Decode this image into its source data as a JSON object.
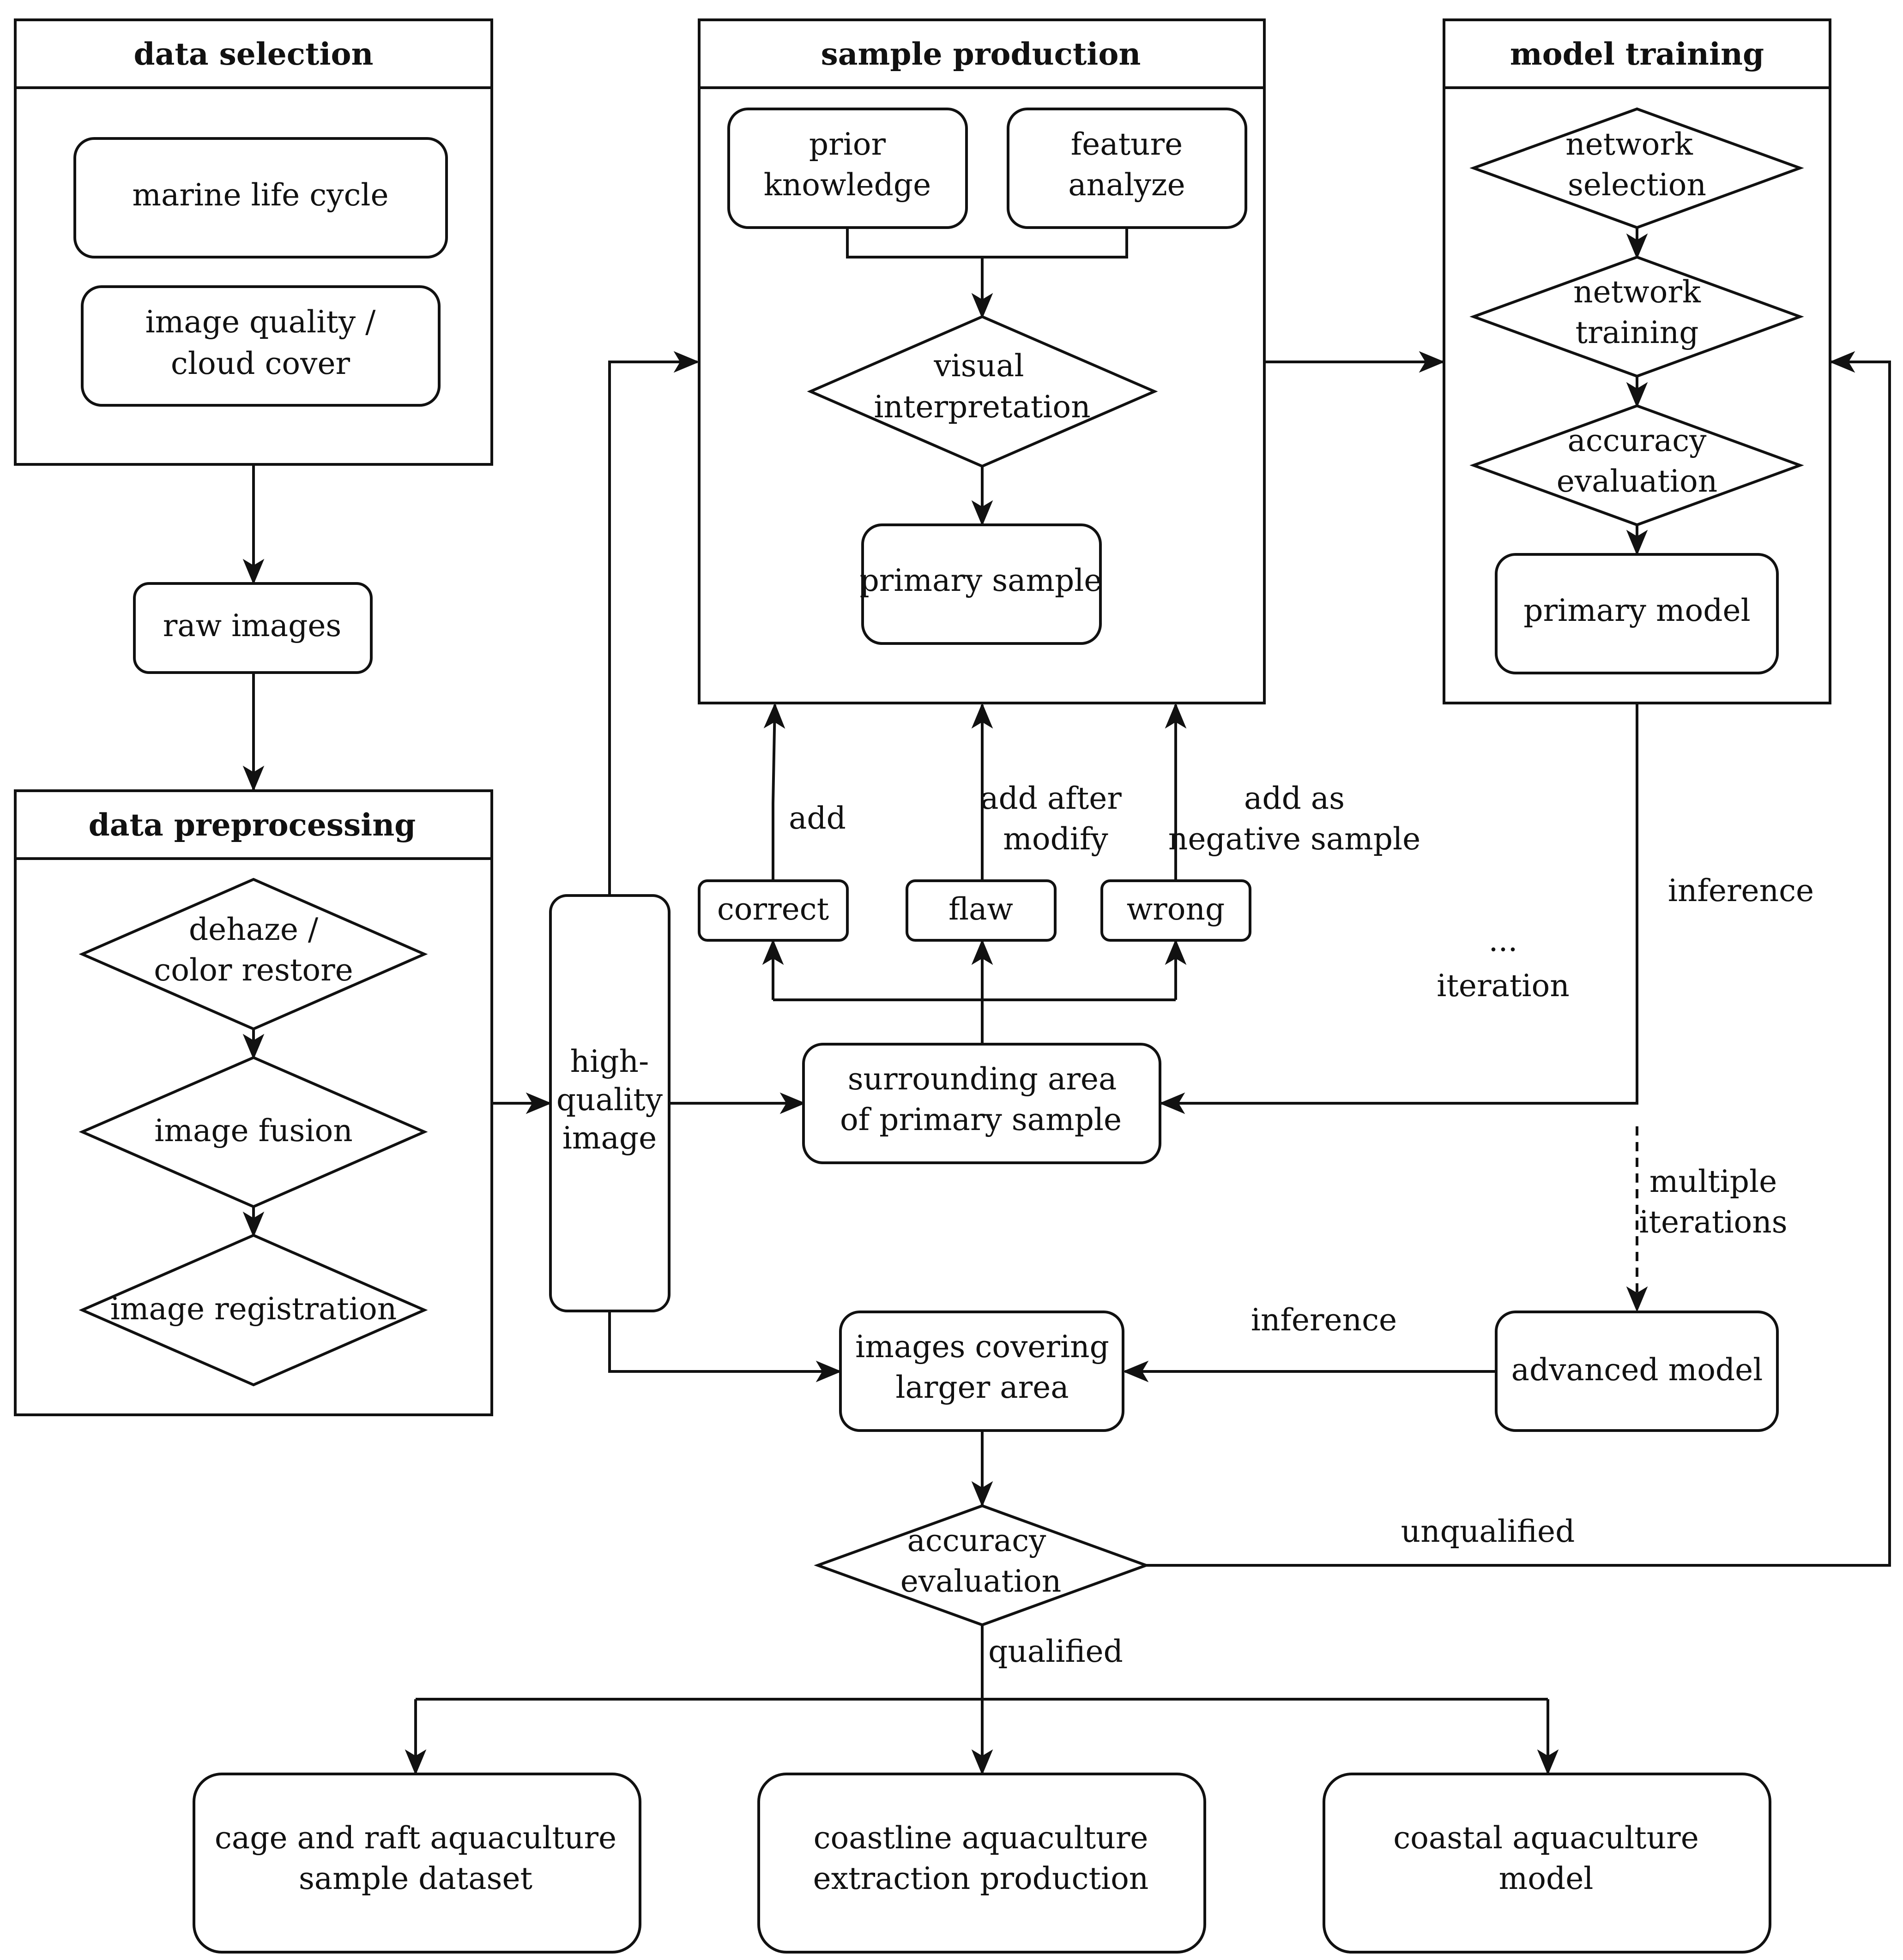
{
  "diagram": {
    "data_selection": {
      "title": "data selection",
      "marine_life_cycle": "marine life cycle",
      "image_quality": [
        "image quality /",
        "cloud cover"
      ]
    },
    "raw_images": "raw images",
    "data_preprocessing": {
      "title": "data preprocessing",
      "dehaze": [
        "dehaze /",
        "color restore"
      ],
      "image_fusion": "image fusion",
      "image_registration": "image registration"
    },
    "high_quality_image": [
      "high-",
      "quality",
      "image"
    ],
    "sample_production": {
      "title": "sample production",
      "prior_knowledge": [
        "prior",
        "knowledge"
      ],
      "feature_analyze": [
        "feature",
        "analyze"
      ],
      "visual_interpretation": [
        "visual",
        "interpretation"
      ],
      "primary_sample": "primary sample"
    },
    "model_training": {
      "title": "model training",
      "network_selection": [
        "network",
        "selection"
      ],
      "network_training": [
        "network",
        "training"
      ],
      "accuracy_evaluation": [
        "accuracy",
        "evaluation"
      ],
      "primary_model": "primary model"
    },
    "correct": "correct",
    "flaw": "flaw",
    "wrong": "wrong",
    "add": "add",
    "add_after_modify": [
      "add after",
      "modify"
    ],
    "add_as_negative": [
      "add as",
      "negative sample"
    ],
    "surrounding_area": [
      "surrounding area",
      "of primary sample"
    ],
    "inference_1": "inference",
    "iteration": [
      "...",
      "iteration"
    ],
    "multiple_iterations": [
      "multiple",
      "iterations"
    ],
    "advanced_model": "advanced model",
    "inference_2": "inference",
    "images_larger_area": [
      "images covering",
      "larger area"
    ],
    "accuracy_evaluation_main": [
      "accuracy",
      "evaluation"
    ],
    "unqualified": "unqualified",
    "qualified": "qualified",
    "outputs": {
      "cage_raft": [
        "cage and raft aquaculture",
        "sample dataset"
      ],
      "coastline": [
        "coastline aquaculture",
        "extraction production"
      ],
      "coastal_model": [
        "coastal aquaculture",
        "model"
      ]
    }
  }
}
